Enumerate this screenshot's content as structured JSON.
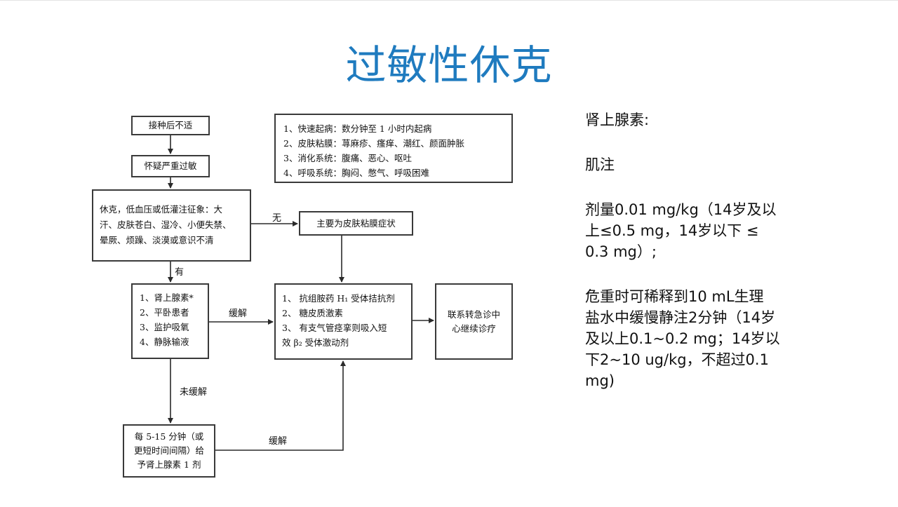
{
  "title": "过敏性休克",
  "flowchart": {
    "nodes": {
      "discomfort": "接种后不适",
      "suspect": "怀疑严重过敏",
      "shock_signs": [
        "休克，低血压或低灌注征象：大",
        "汗、皮肤苍白、湿冷、小便失禁、",
        "晕厥、烦躁、淡漠或意识不清"
      ],
      "symptoms": [
        "1、快速起病：数分钟至 1 小时内起病",
        "2、皮肤粘膜：荨麻疹、瘙痒、潮红、颜面肿胀",
        "3、消化系统：腹痛、恶心、呕吐",
        "4、呼吸系统：胸闷、憋气、呼吸困难"
      ],
      "skin_mucosa": "主要为皮肤粘膜症状",
      "first_line": [
        "1、肾上腺素*",
        "2、平卧患者",
        "3、监护吸氧",
        "4、静脉输液"
      ],
      "second_line": [
        "1、 抗组胺药 H₁ 受体拮抗剂",
        "2、 糖皮质激素",
        "3、 有支气管痉挛则吸入短",
        "效 β₂ 受体激动剂"
      ],
      "referral": [
        "联系转急诊中",
        "心继续诊疗"
      ],
      "repeat": [
        "每 5-15 分钟（或",
        "更短时间间隔）给",
        "予肾上腺素 1 剂"
      ]
    },
    "edge_labels": {
      "no": "无",
      "yes": "有",
      "relieved_1": "缓解",
      "not_relieved": "未缓解",
      "relieved_2": "缓解"
    }
  },
  "notes": {
    "heading": "肾上腺素:",
    "route": "肌注",
    "dose_lines": [
      "剂量0.01 mg/kg（14岁及以",
      "上≤0.5 mg，14岁以下 ≤",
      "0.3 mg）;"
    ],
    "critical_lines": [
      "危重时可稀释到10 mL生理",
      "盐水中缓慢静注2分钟（14岁",
      "及以上0.1~0.2 mg；14岁以",
      "下2~10 ug/kg，不超过0.1",
      "mg)"
    ]
  }
}
